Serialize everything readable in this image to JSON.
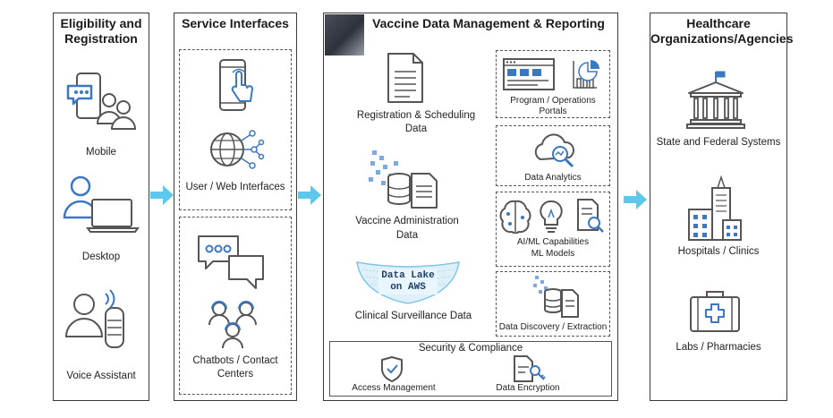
{
  "columns": {
    "eligibility": {
      "title_line1": "Eligibility and",
      "title_line2": "Registration",
      "items": [
        "Mobile",
        "Desktop",
        "Voice Assistant"
      ]
    },
    "service": {
      "title": "Service Interfaces",
      "web": "User / Web Interfaces",
      "chat_line1": "Chatbots / Contact",
      "chat_line2": "Centers"
    },
    "vaccine": {
      "title": "Vaccine Data Management & Reporting",
      "registration_line1": "Registration & Scheduling",
      "registration_line2": "Data",
      "administration_line1": "Vaccine Administration",
      "administration_line2": "Data",
      "datalake_line1": "Data Lake",
      "datalake_line2": "on AWS",
      "clinical": "Clinical Surveillance Data",
      "portals_line1": "Program / Operations",
      "portals_line2": "Portals",
      "analytics": "Data Analytics",
      "aiml_line1": "AI/ML Capabilities",
      "aiml_line2": "ML Models",
      "discovery": "Data Discovery / Extraction",
      "security_title": "Security & Compliance",
      "access": "Access Management",
      "encryption": "Data Encryption"
    },
    "healthcare": {
      "title_line1": "Healthcare",
      "title_line2": "Organizations/Agencies",
      "items": [
        "State and Federal Systems",
        "Hospitals / Clinics",
        "Labs / Pharmacies"
      ]
    }
  },
  "colors": {
    "arrow": "#5bc8ec",
    "icon_blue": "#3b78c4",
    "icon_gray": "#555555",
    "dots_blue": "#7fa9d9"
  }
}
